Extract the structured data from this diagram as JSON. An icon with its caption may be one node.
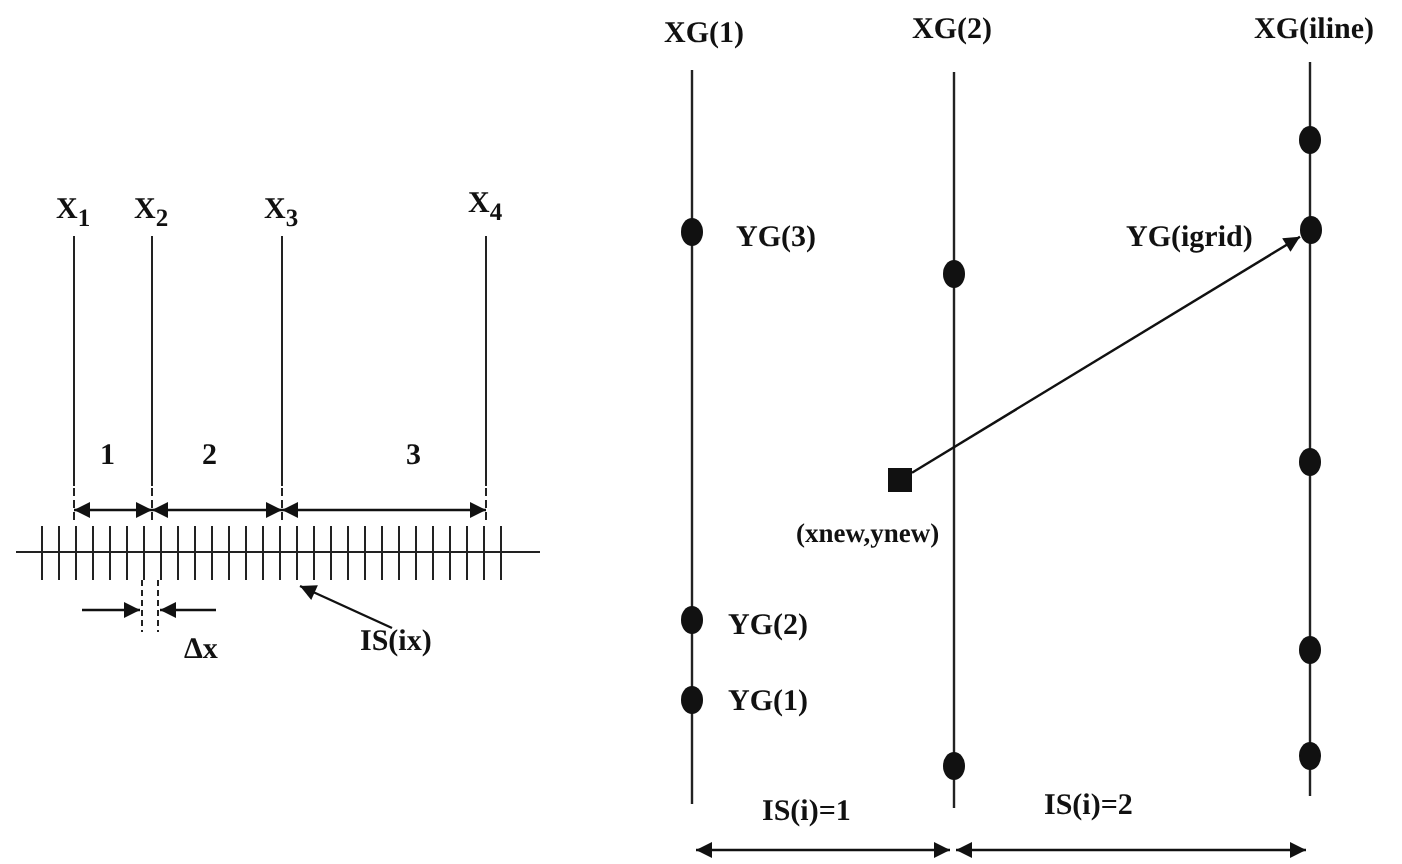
{
  "diagram": {
    "nodes": [
      {
        "text": [
          "IS(ix)"
        ]
      },
      {
        "text": [],
        "shape": "box",
        "beside": [
          "(xnew,ynew)"
        ]
      },
      {
        "text": [],
        "shape": "circle",
        "beside": [
          "YG(igrid)"
        ]
      }
    ],
    "edges": [
      {
        "from": 0,
        "to": null,
        "arrow": "to"
      },
      {
        "from": 1,
        "to": 2,
        "arrow": "to"
      }
    ],
    "labels": [
      "X$_{1}$",
      "X$_{2}$",
      "X$_{3}$",
      "X$_{4}$",
      "1",
      "2",
      "3",
      "Δx",
      "XG(1)",
      "XG(2)",
      "XG(iline)",
      "YG(3)",
      "YG(2)",
      "YG(1)",
      "IS(i)=1",
      "IS(i)=2"
    ]
  }
}
